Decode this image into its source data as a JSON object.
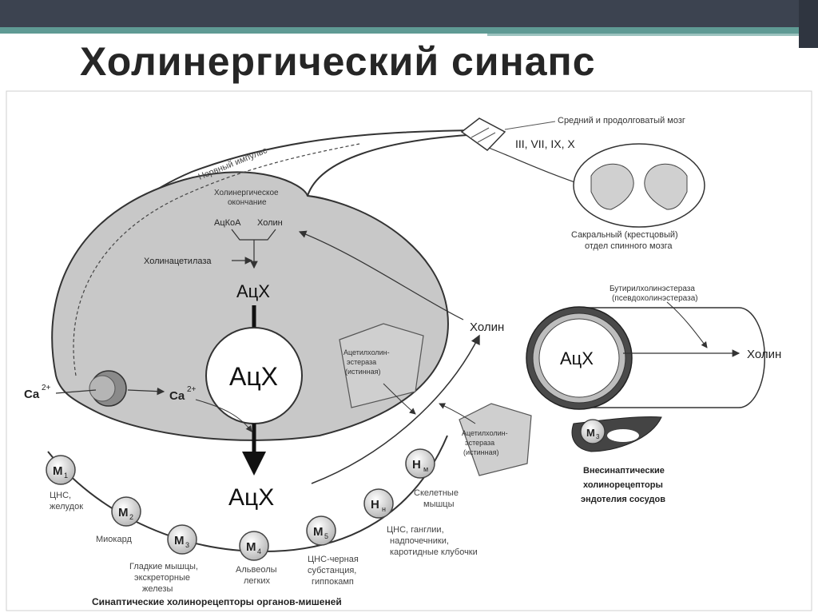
{
  "slide": {
    "title": "Холинергический синапс",
    "accent_color": "#5f9a94",
    "bar_color": "#3c4350"
  },
  "diagram": {
    "nerve_impulse": "Нервный импульс",
    "ending_line1": "Холинергическое",
    "ending_line2": "окончание",
    "acoa": "АцКоА",
    "choline_in": "Холин",
    "choline_acetylase": "Холинацетилаза",
    "ach_small": "АцХ",
    "ach_vesicle": "АцХ",
    "ach_cleft": "АцХ",
    "ca_outside": "Ca",
    "ca_inside": "Ca",
    "ca_charge": "2+",
    "choline_reuptake": "Холин",
    "ache1_line1": "Ацетилхолин-",
    "ache1_line2": "эстераза",
    "ache1_line3": "(истинная)",
    "ache2_line1": "Ацетилхолин-",
    "ache2_line2": "эстераза",
    "ache2_line3": "(истинная)",
    "brain_label": "Средний и продолговатый мозг",
    "nerves_label": "III, VII, IX, X",
    "sacral_line1": "Сакральный (крестцовый)",
    "sacral_line2": "отдел спинного мозга",
    "bche_line1": "Бутирилхолинэстераза",
    "bche_line2": "(псевдохолинэстераза)",
    "ach_vessel": "АцХ",
    "choline_out": "Холин",
    "m3_vessel": "M",
    "m3_vessel_sub": "3",
    "extrasyn_line1": "Внесинаптические",
    "extrasyn_line2": "холинорецепторы",
    "extrasyn_line3": "эндотелия сосудов",
    "receptors": [
      {
        "main": "M",
        "sub": "1"
      },
      {
        "main": "M",
        "sub": "2"
      },
      {
        "main": "M",
        "sub": "3"
      },
      {
        "main": "M",
        "sub": "4"
      },
      {
        "main": "M",
        "sub": "5"
      },
      {
        "main": "H",
        "sub": "н"
      },
      {
        "main": "H",
        "sub": "м"
      }
    ],
    "r1_line1": "ЦНС,",
    "r1_line2": "желудок",
    "r2_line1": "Миокард",
    "r3_line1": "Гладкие мышцы,",
    "r3_line2": "экскреторные",
    "r3_line3": "железы",
    "r4_line1": "Альвеолы",
    "r4_line2": "легких",
    "r5_line1": "ЦНС-черная",
    "r5_line2": "субстанция,",
    "r5_line3": "гиппокамп",
    "rn_line1": "ЦНС, ганглии,",
    "rn_line2": "надпочечники,",
    "rn_line3": "каротидные клубочки",
    "rm_line1": "Скелетные",
    "rm_line2": "мышцы",
    "bottom_caption": "Синаптические холинорецепторы органов-мишеней"
  }
}
